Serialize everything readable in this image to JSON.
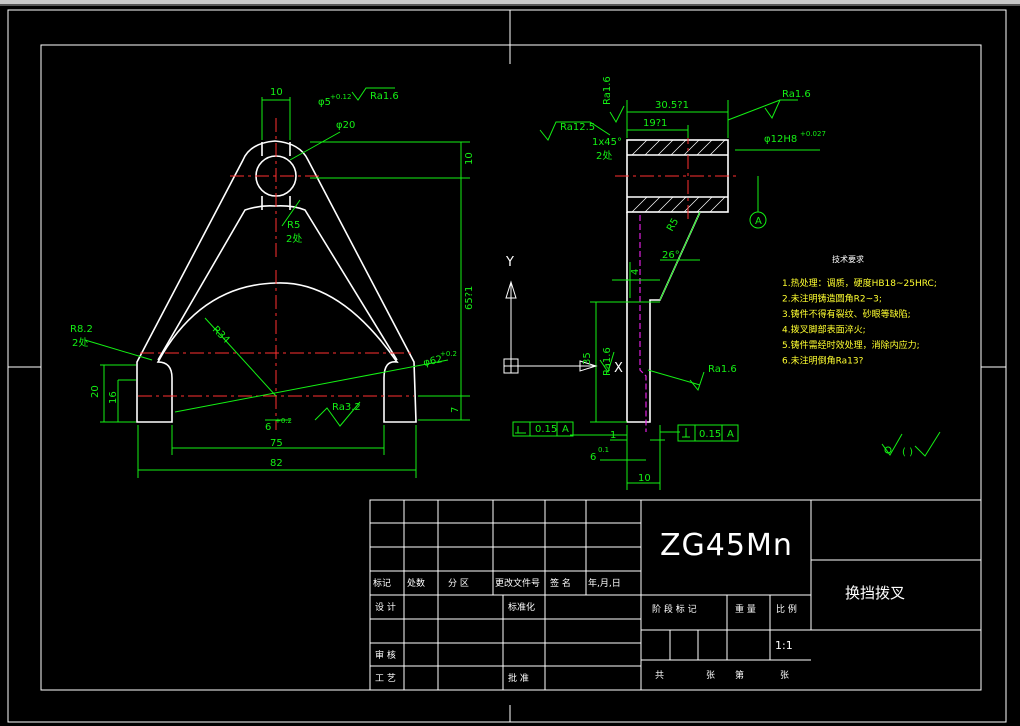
{
  "drawing": {
    "material": "ZG45Mn",
    "part_name": "换挡拨叉",
    "scale": "1:1"
  },
  "front_view": {
    "dim_top_width": "10",
    "tol_hole_small": "φ5",
    "tol_hole_small_dev": "+0.12",
    "roughness_top": "Ra1.6",
    "dia_boss": "φ20",
    "radius_small": "R5",
    "radius_small_note": "2处",
    "dim_boss_height": "10",
    "dim_total_height": "65?1",
    "radius_fork": "R34",
    "radius_side": "R8.2",
    "radius_side_note": "2处",
    "dim_20": "20",
    "dim_16": "16",
    "dim_7": "7",
    "dia_inner": "φ62",
    "dia_inner_dev": "+0.2",
    "roughness_bottom": "Ra3.2",
    "slot_width": "6",
    "slot_dev": "+0.2",
    "dim_75": "75",
    "dim_82": "82"
  },
  "side_view": {
    "dim_305": "30.5?1",
    "dim_19": "19?1",
    "roughness_a": "Ra1.6",
    "roughness_b": "Ra1.6",
    "roughness_c": "Ra12.5",
    "chamfer": "1x45°",
    "chamfer_note": "2处",
    "dia_bore": "φ12H8",
    "dia_bore_dev": "+0.027",
    "datum": "A",
    "radius_r5": "R5",
    "angle": "26°",
    "dim_4": "4",
    "dim_35": "35",
    "roughness_d": "Ra1.6",
    "roughness_e": "Ra1.6",
    "tol_left": "0.15",
    "tol_left_datum": "A",
    "tol_right": "0.15",
    "tol_right_datum": "A",
    "dim_1": "1",
    "dim_6": "6",
    "dim_6_dev": "0.1",
    "dim_10": "10",
    "axis_y": "Y",
    "axis_x": "X"
  },
  "notes": {
    "title": "技术要求",
    "items": [
      "1.热处理：调质，硬度HB18~25HRC;",
      "2.未注明铸造圆角R2~3;",
      "3.铸件不得有裂纹、砂眼等缺陷;",
      "4.拨叉脚部表面淬火;",
      "5.铸件需经时效处理，消除内应力;",
      "6.未注明倒角Ra13?"
    ],
    "roughness_symbol": "( )"
  },
  "title_block": {
    "row_labels": [
      "标记",
      "处数",
      "分 区",
      "更改文件号",
      "签 名",
      "年,月,日"
    ],
    "design": "设 计",
    "standard": "标准化",
    "review": "审 核",
    "process": "工 艺",
    "approve": "批 准",
    "stage_mark": "阶 段 标 记",
    "weight": "重 量",
    "scale_label": "比 例",
    "sheets_total": "共",
    "sheet_unit": "张",
    "sheet_no": "第",
    "sheet_unit2": "张"
  }
}
